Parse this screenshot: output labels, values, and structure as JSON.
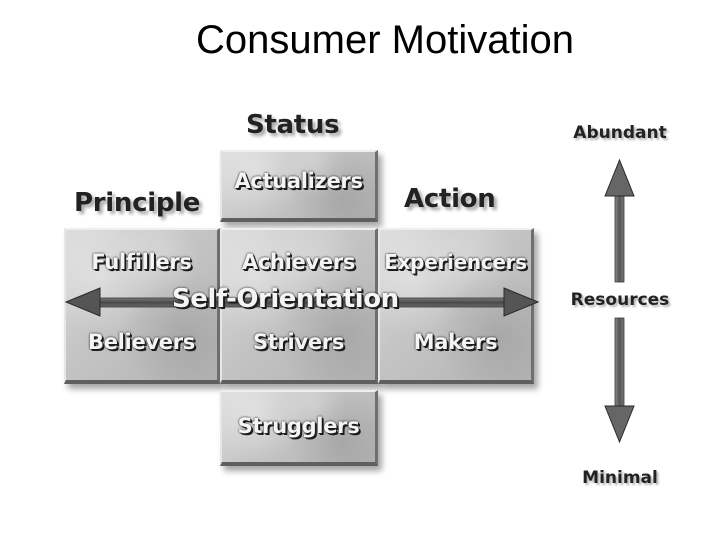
{
  "title": "Consumer Motivation",
  "headings": {
    "status": "Status",
    "principle": "Principle",
    "action": "Action"
  },
  "segments": {
    "actualizers": "Actualizers",
    "fulfillers": "Fulfillers",
    "achievers": "Achievers",
    "experiencers": "Experiencers",
    "believers": "Believers",
    "strivers": "Strivers",
    "makers": "Makers",
    "strugglers": "Strugglers"
  },
  "self_orientation": "Self-Orientation",
  "resources": {
    "top": "Abundant",
    "middle": "Resources",
    "bottom": "Minimal"
  }
}
